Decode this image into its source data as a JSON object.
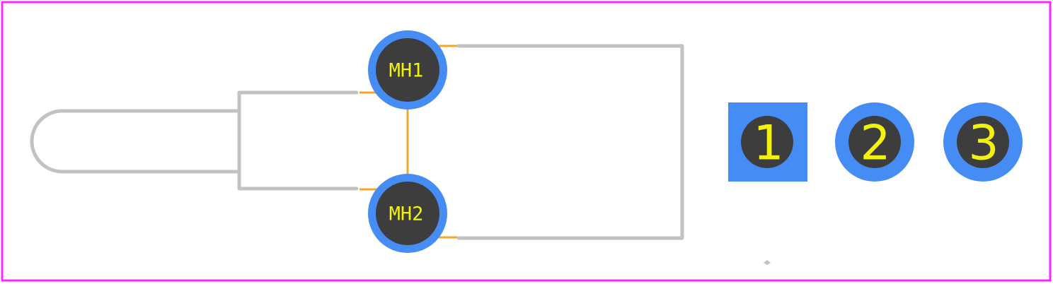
{
  "colors": {
    "board_outline": "#ff26ff",
    "silkscreen": "#c2c2c2",
    "copper_trace": "#f5a623",
    "pad_copper": "#468cf5",
    "drill_hole": "#3d3d3d",
    "label_text": "#f2f20d"
  },
  "mounting_holes": [
    {
      "label": "MH1"
    },
    {
      "label": "MH2"
    }
  ],
  "pads": [
    {
      "label": "1",
      "shape": "square"
    },
    {
      "label": "2",
      "shape": "round"
    },
    {
      "label": "3",
      "shape": "round"
    }
  ]
}
